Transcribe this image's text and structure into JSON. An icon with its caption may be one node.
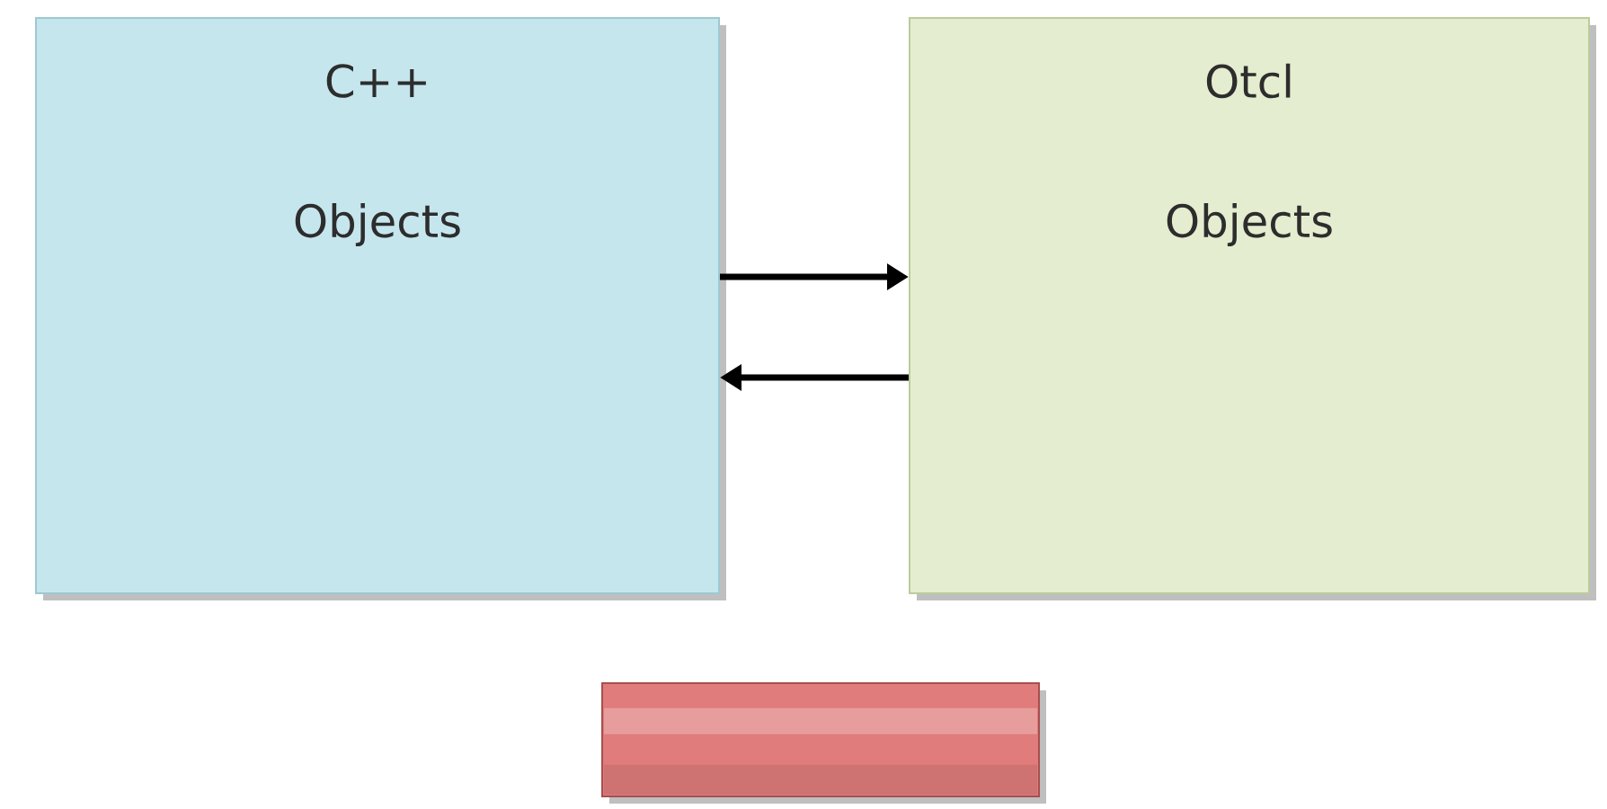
{
  "diagram": {
    "nodes": [
      {
        "text": [
          "C++",
          "Objects"
        ]
      },
      {
        "text": [
          "Otcl",
          "Objects"
        ]
      },
      {
        "text": [],
        "shape": "bar"
      }
    ],
    "edges": [
      {
        "from": 0,
        "to": 1,
        "arrow": "to"
      },
      {
        "from": 1,
        "to": 0,
        "arrow": "to"
      }
    ]
  }
}
